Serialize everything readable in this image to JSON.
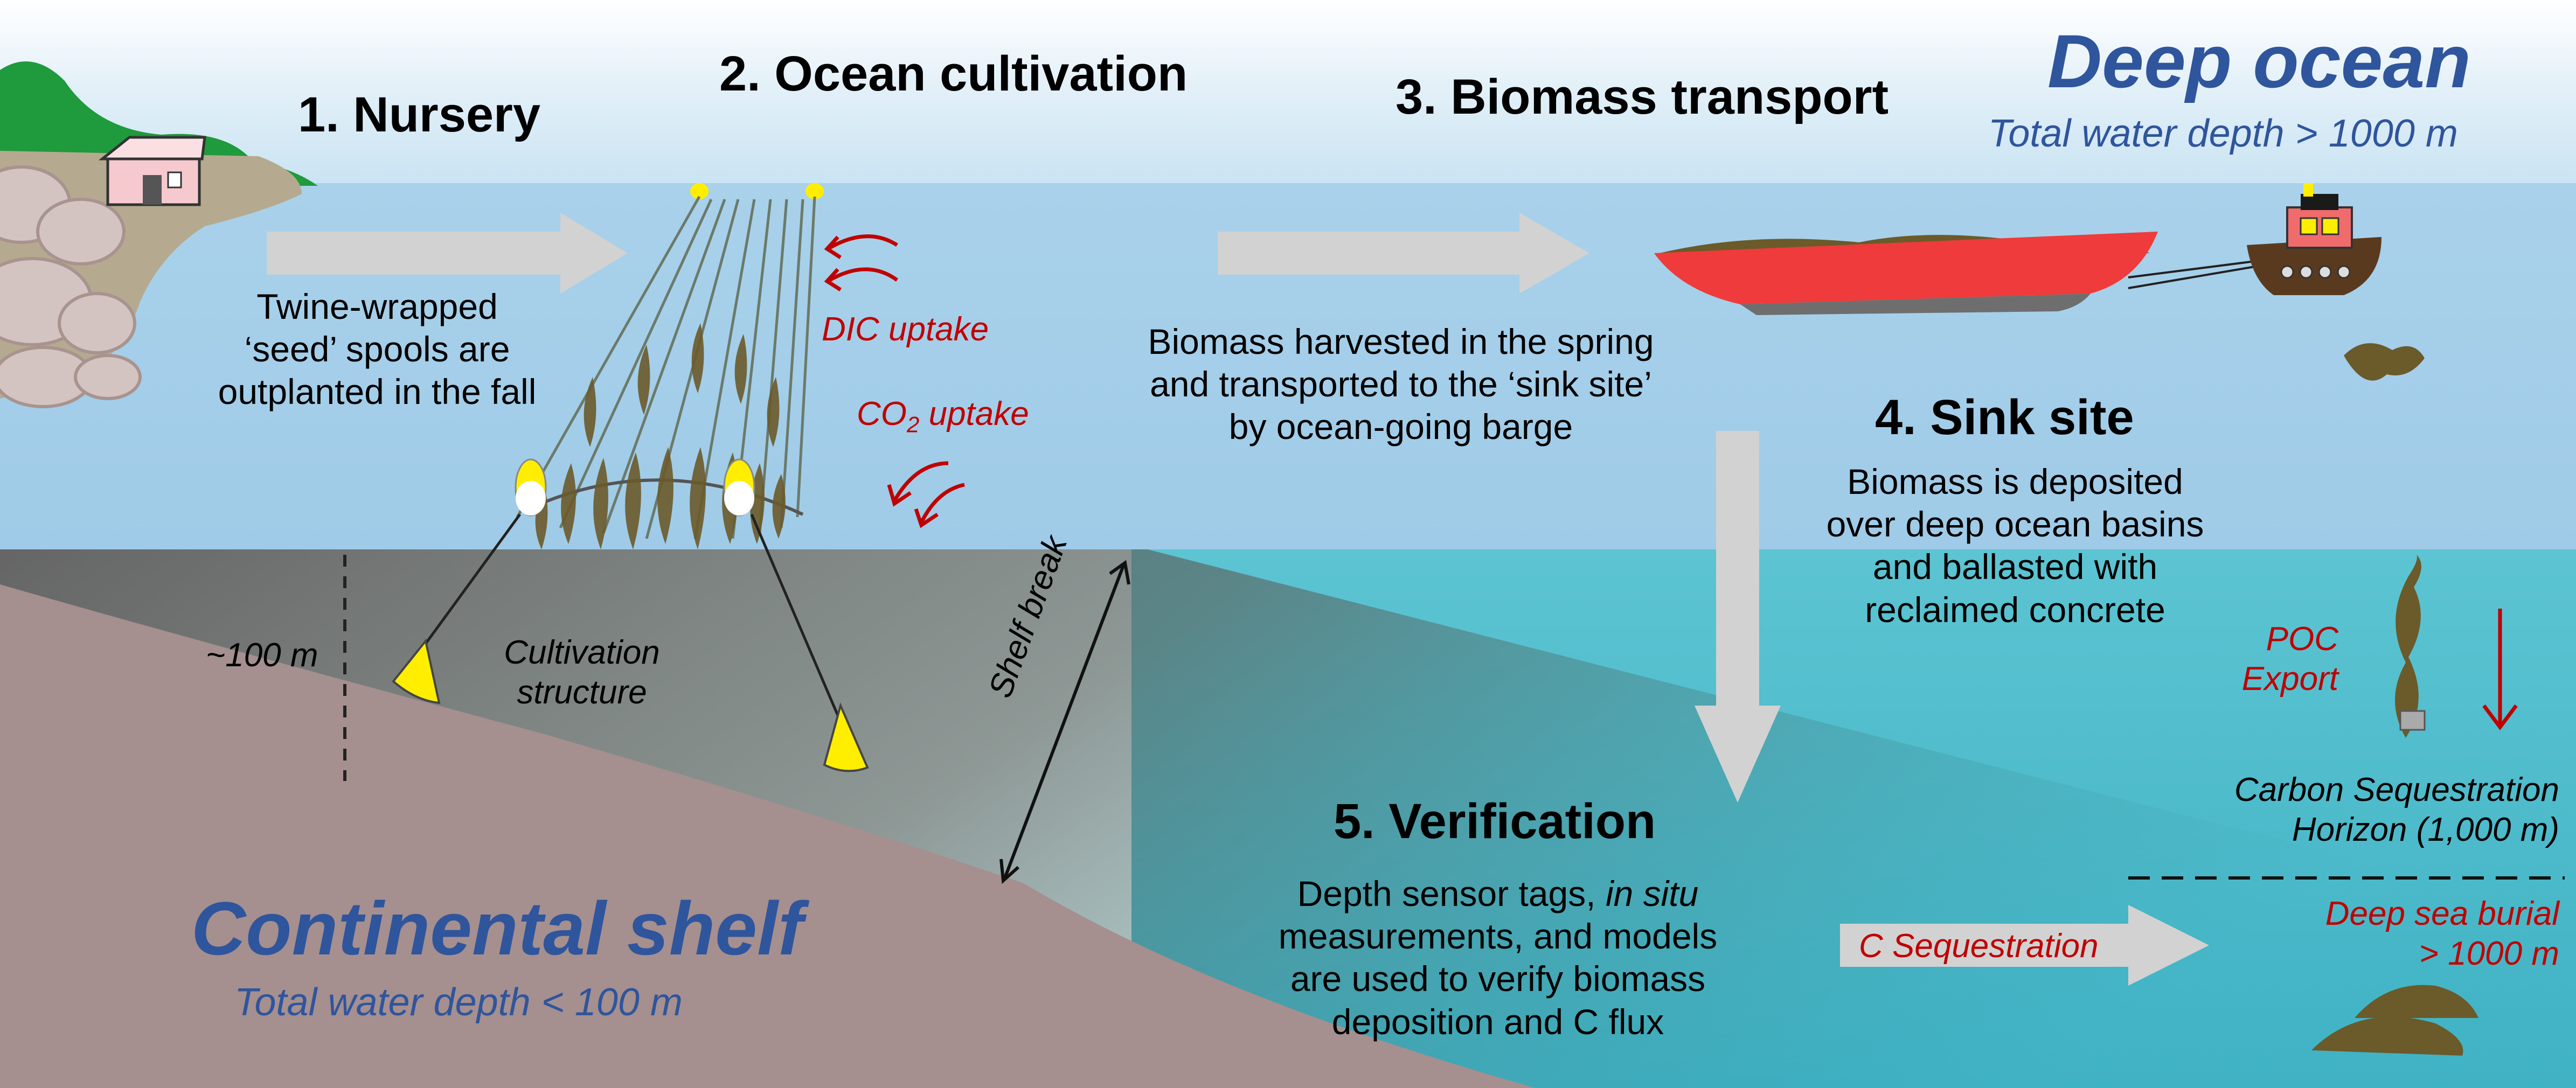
{
  "steps": {
    "nursery": {
      "title": "1. Nursery",
      "lines": [
        "Twine-wrapped",
        "‘seed’ spools are",
        "outplanted in the fall"
      ]
    },
    "cultivation": {
      "title": "2. Ocean cultivation",
      "dic_uptake": "DIC uptake",
      "co2_uptake_prefix": "CO",
      "co2_uptake_sub": "2",
      "co2_uptake_suffix": " uptake",
      "structure_lines": [
        "Cultivation",
        "structure"
      ]
    },
    "transport": {
      "title": "3. Biomass transport",
      "lines": [
        "Biomass harvested in the spring",
        "and transported to the ‘sink site’",
        "by ocean-going barge"
      ]
    },
    "sink": {
      "title": "4. Sink site",
      "lines": [
        "Biomass is deposited",
        "over deep ocean basins",
        "and ballasted with",
        "reclaimed concrete"
      ]
    },
    "verification": {
      "title": "5. Verification",
      "line1_prefix": "Depth sensor tags, ",
      "line1_italic": "in situ",
      "lines_rest": [
        "measurements, and models",
        "are used to verify biomass",
        "deposition and C flux"
      ]
    }
  },
  "regions": {
    "deep_ocean": {
      "title": "Deep ocean",
      "subtitle": "Total water depth > 1000 m"
    },
    "continental_shelf": {
      "title": "Continental shelf",
      "subtitle": "Total water depth < 100 m"
    }
  },
  "annotations": {
    "depth_100": "~100 m",
    "shelf_break": "Shelf break",
    "poc_export": [
      "POC",
      "Export"
    ],
    "sequestration_horizon": [
      "Carbon Sequestration",
      "Horizon (1,000 m)"
    ],
    "deep_sea_burial": [
      "Deep sea burial",
      "> 1000 m"
    ],
    "c_sequestration": "C Sequestration"
  },
  "colors": {
    "sky": "#d9ebf6",
    "shelf_water": "#a3cde9",
    "deep_water": "#58bfcd",
    "seafloor": "#a58f8f",
    "land_green": "#1f9a3c",
    "rock": "#c9b7b4",
    "flow_arrow": "#d2d2d2",
    "barge": "#ef3b3b",
    "kelp": "#6b5a2a",
    "buoy_yellow": "#ffee00",
    "region_blue": "#2f559c",
    "annotation_red": "#c00000"
  }
}
